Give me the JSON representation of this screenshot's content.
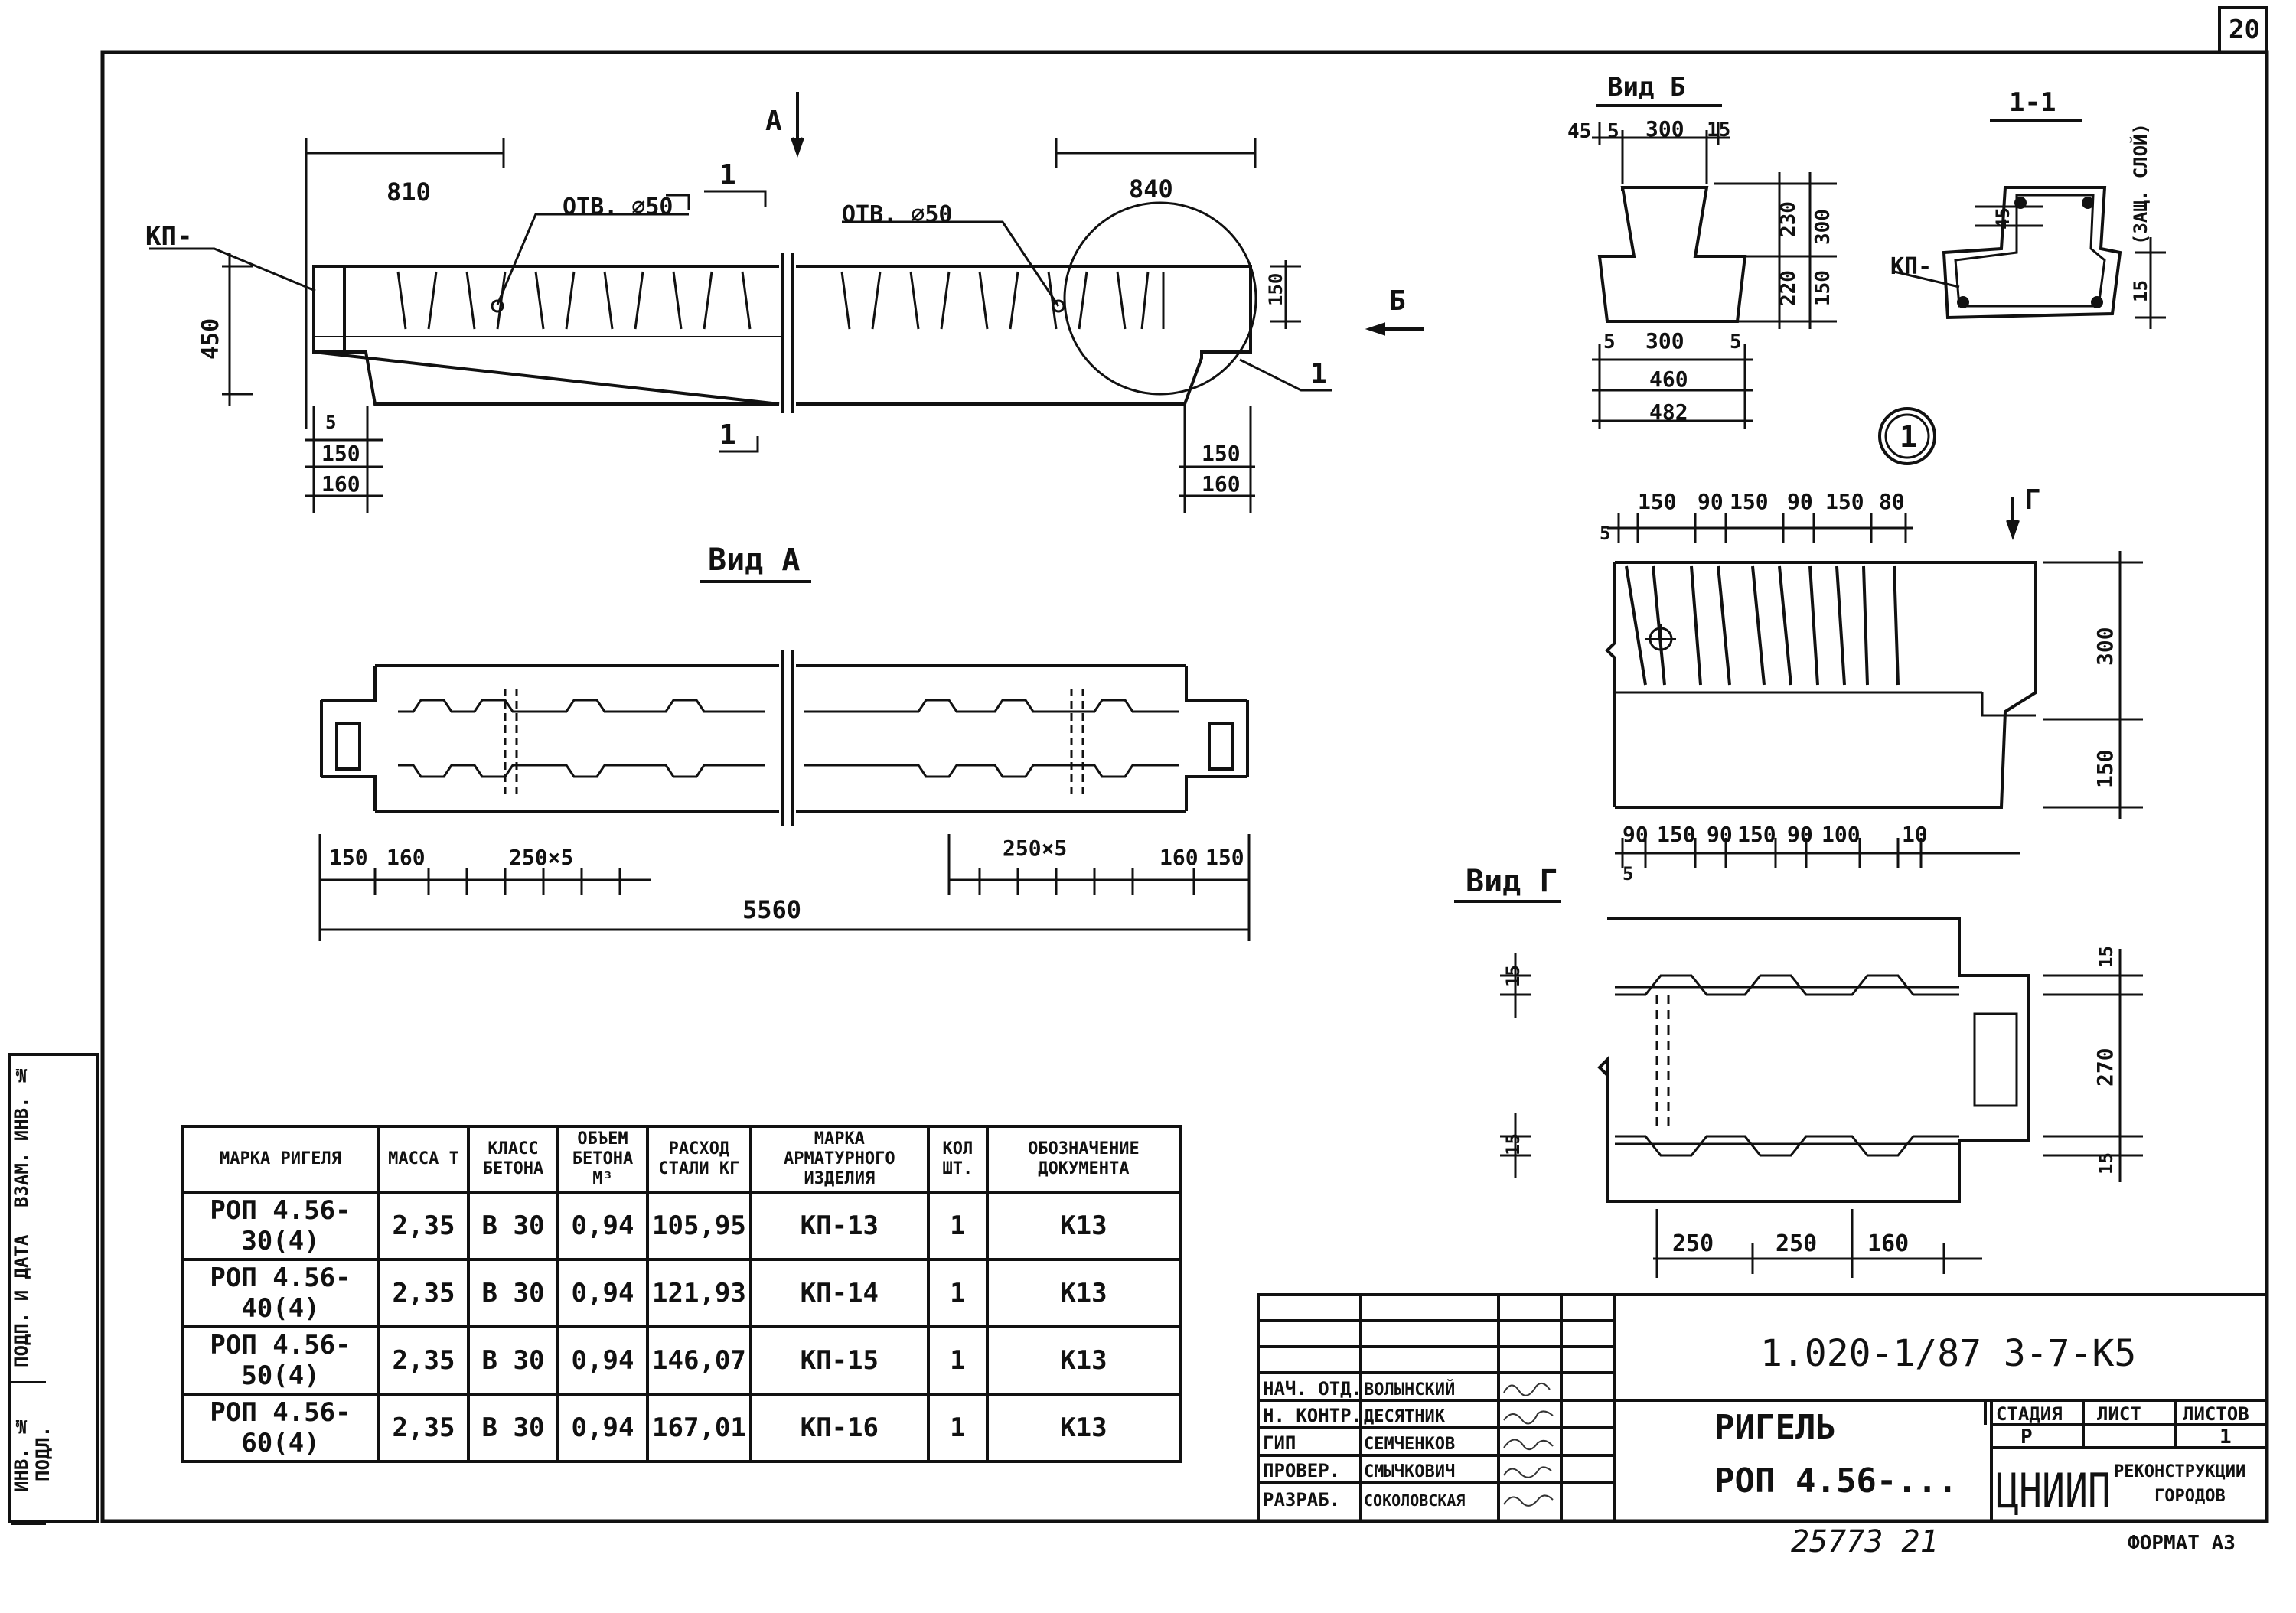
{
  "sheet_corner_number": "20",
  "labels": {
    "kp_main": "КП-",
    "hole_left": "ОТВ. ⌀50",
    "hole_right": "ОТВ. ⌀50",
    "arrow_a": "А",
    "section_top": "1",
    "section_bottom": "1",
    "arrow_b": "Б",
    "callout_1": "1",
    "view_a_title": "Вид А",
    "view_b_title": "Вид Б",
    "section_1_title": "1-1",
    "kp_section": "КП-",
    "zash_sloy": "(ЗАЩ. СЛОЙ)",
    "node_1": "1",
    "arrow_g": "Г",
    "view_g_title": "Вид Г"
  },
  "dims": {
    "main_810": "810",
    "main_840": "840",
    "main_450": "450",
    "main_150v": "150",
    "main_5": "5",
    "main_150a": "150",
    "main_160a": "160",
    "main_150b": "150",
    "main_160b": "160",
    "va_150a": "150",
    "va_160a": "160",
    "va_250x5a": "250×5",
    "va_250x5b": "250×5",
    "va_160b": "160",
    "va_150b": "150",
    "va_total": "5560",
    "vb_45": "45",
    "vb_5a": "5",
    "vb_300": "300",
    "vb_15": "15",
    "vb_230": "230",
    "vb_300v": "300",
    "vb_220": "220",
    "vb_150": "150",
    "vb_5b": "5",
    "vb_300b": "300",
    "vb_5c": "5",
    "vb_460": "460",
    "vb_482": "482",
    "s1_45": "45",
    "s1_15": "15",
    "n1_150a": "150",
    "n1_90a": "90",
    "n1_150b": "150",
    "n1_90b": "90",
    "n1_150c": "150",
    "n1_80": "80",
    "n1_300": "300",
    "n1_150v": "150",
    "n1_5": "5",
    "vg_90a": "90",
    "vg_150a": "150",
    "vg_90b": "90",
    "vg_150b": "150",
    "vg_90c": "90",
    "vg_100": "100",
    "vg_10": "10",
    "vg_5": "5",
    "vg_15a": "15",
    "vg_15b": "15",
    "vg_270": "270",
    "vg_15c": "15",
    "vg_15d": "15",
    "vg_250a": "250",
    "vg_250b": "250",
    "vg_160": "160"
  },
  "spec_table": {
    "headers": [
      "МАРКА РИГЕЛЯ",
      "МАССА Т",
      "КЛАСС БЕТОНА",
      "ОБЪЕМ БЕТОНА М³",
      "РАСХОД СТАЛИ КГ",
      "МАРКА АРМАТУРНОГО ИЗДЕЛИЯ",
      "КОЛ ШТ.",
      "ОБОЗНАЧЕНИЕ ДОКУМЕНТА"
    ],
    "rows": [
      [
        "РОП 4.56-30(4)",
        "2,35",
        "В 30",
        "0,94",
        "105,95",
        "КП-13",
        "1",
        "К13"
      ],
      [
        "РОП 4.56-40(4)",
        "2,35",
        "В 30",
        "0,94",
        "121,93",
        "КП-14",
        "1",
        "К13"
      ],
      [
        "РОП 4.56-50(4)",
        "2,35",
        "В 30",
        "0,94",
        "146,07",
        "КП-15",
        "1",
        "К13"
      ],
      [
        "РОП 4.56-60(4)",
        "2,35",
        "В 30",
        "0,94",
        "167,01",
        "КП-16",
        "1",
        "К13"
      ]
    ]
  },
  "side_strip": [
    "ИНВ. № ПОДЛ.",
    "ПОДП. И ДАТА",
    "ВЗАМ. ИНВ. №"
  ],
  "title_block": {
    "doc_code": "1.020-1/87   3-7-К5",
    "staff": [
      {
        "role": "НАЧ. ОТД.",
        "name": "ВОЛЫНСКИЙ"
      },
      {
        "role": "Н. КОНТР.",
        "name": "ДЕСЯТНИК"
      },
      {
        "role": "ГИП",
        "name": "СЕМЧЕНКОВ"
      },
      {
        "role": "ПРОВЕР.",
        "name": "СМЫЧКОВИЧ"
      },
      {
        "role": "РАЗРАБ.",
        "name": "СОКОЛОВСКАЯ"
      }
    ],
    "product_line1": "РИГЕЛЬ",
    "product_line2": "РОП 4.56-...",
    "stage_header": "СТАДИЯ",
    "sheet_header": "ЛИСТ",
    "sheets_header": "ЛИСТОВ",
    "stage_value": "Р",
    "sheet_value": "",
    "sheets_value": "1",
    "org_logo": "ЦНИИП",
    "org_line1": "РЕКОНСТРУКЦИИ",
    "org_line2": "ГОРОДОВ",
    "inventory": "25773   21",
    "format": "ФОРМАТ А3"
  }
}
